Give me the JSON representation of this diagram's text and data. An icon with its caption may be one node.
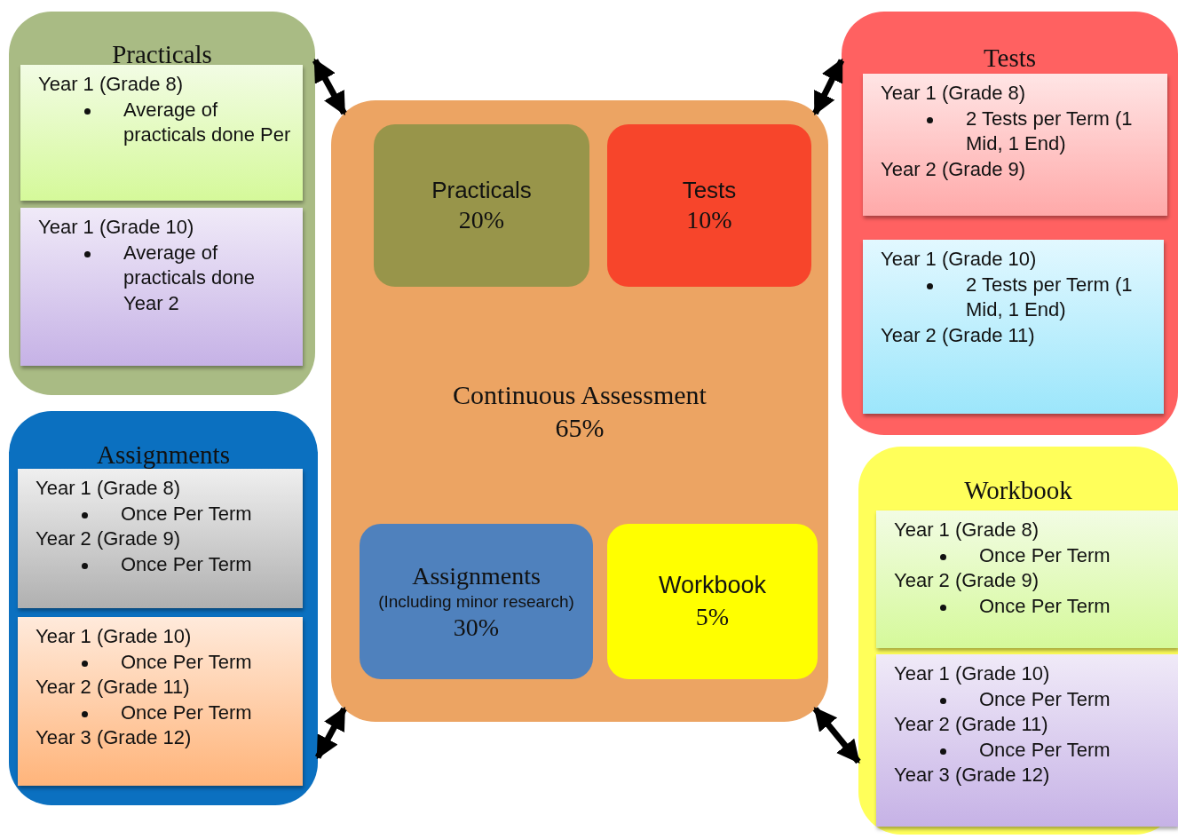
{
  "diagram": {
    "nodes": [
      {
        "text": [
          "Practicals"
        ]
      },
      {
        "text": [
          "Year 1 (Grade 8)",
          "Average of practicals done Per"
        ],
        "in": 0
      },
      {
        "text": [
          "Year 1 (Grade 10)",
          "Average of practicals done Year 2"
        ],
        "in": 0
      },
      {
        "text": [
          "Tests"
        ]
      },
      {
        "text": [
          "Year 1 (Grade 8)",
          "2 Tests per Term (1 Mid, 1 End)",
          "Year 2 (Grade 9)"
        ],
        "in": 3
      },
      {
        "text": [
          "Year 1 (Grade 10)",
          "2 Tests per Term (1 Mid, 1 End)",
          "Year 2 (Grade 11)"
        ],
        "in": 3
      },
      {
        "text": [
          "Continuous Assessment 65%"
        ]
      },
      {
        "text": [
          "Practicals",
          "20%"
        ],
        "in": 6
      },
      {
        "text": [
          "Tests",
          "10%"
        ],
        "in": 6
      },
      {
        "text": [
          "Assignments",
          "(Including minor research)",
          "30%"
        ],
        "in": 6
      },
      {
        "text": [
          "Workbook",
          "5%"
        ],
        "in": 6
      },
      {
        "text": [
          "Assignments"
        ]
      },
      {
        "text": [
          "Year 1 (Grade 8)",
          "Once Per Term",
          "Year 2 (Grade 9)",
          "Once Per Term"
        ],
        "in": 11
      },
      {
        "text": [
          "Year 1 (Grade 10)",
          "Once Per Term",
          "Year 2 (Grade 11)",
          "Once Per Term",
          "Year 3 (Grade 12)"
        ],
        "in": 11
      },
      {
        "text": [
          "Workbook"
        ]
      },
      {
        "text": [
          "Year 1 (Grade 8)",
          "Once Per Term",
          "Year 2 (Grade 9)",
          "Once Per Term"
        ],
        "in": 14
      },
      {
        "text": [
          "Year 1 (Grade 10)",
          "Once Per Term",
          "Year 2 (Grade 11)",
          "Once Per Term",
          "Year 3 (Grade 12)"
        ],
        "in": 14
      }
    ],
    "edges": [
      {
        "from": 0,
        "to": 6,
        "arrow": "both"
      },
      {
        "from": 3,
        "to": 6,
        "arrow": "both"
      },
      {
        "from": 11,
        "to": 6,
        "arrow": "both"
      },
      {
        "from": 14,
        "to": 6,
        "arrow": "both"
      }
    ]
  }
}
